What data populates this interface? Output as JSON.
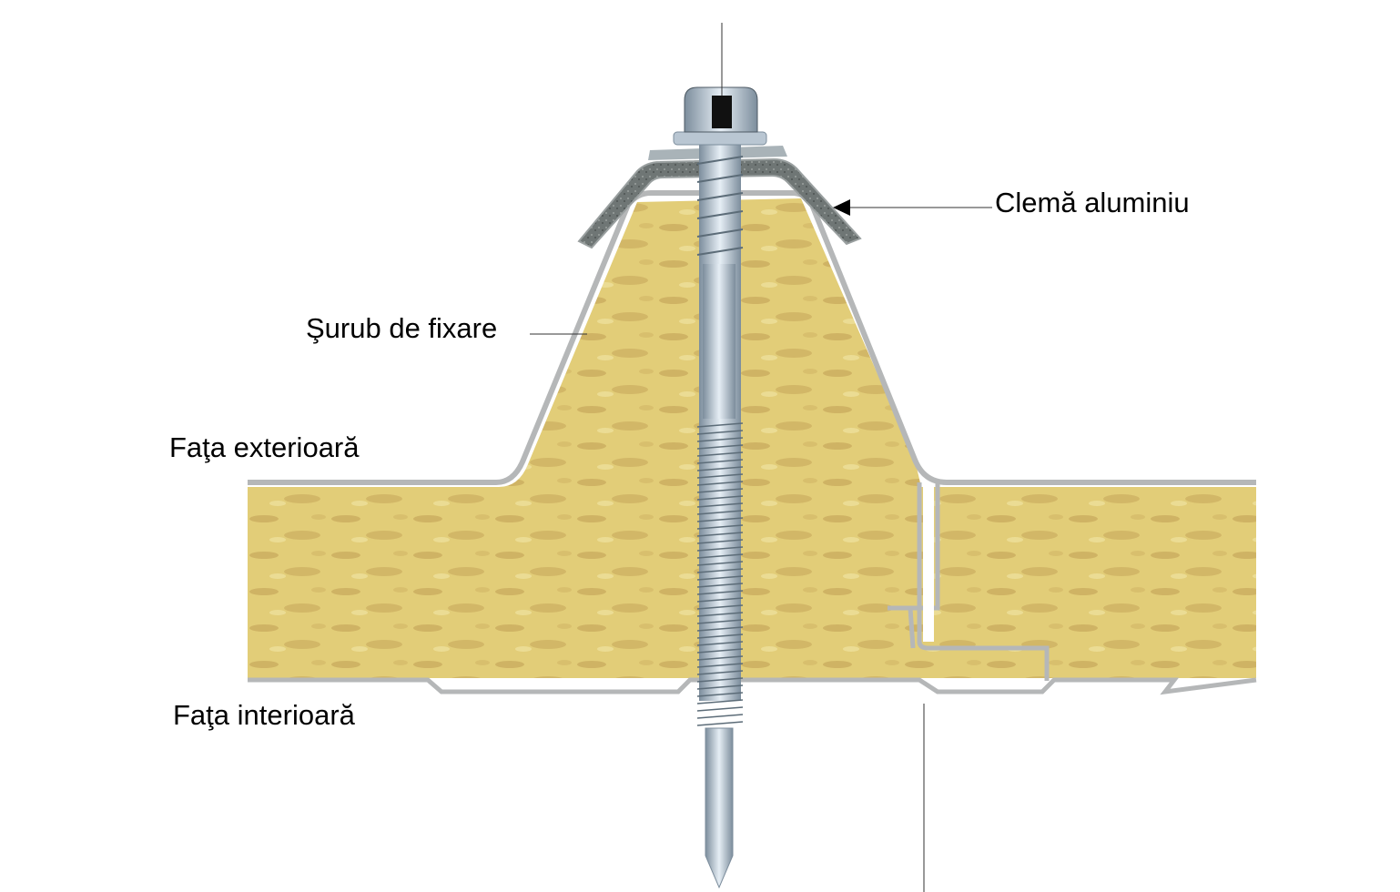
{
  "labels": {
    "clip": "Clemă aluminiu",
    "screw": "Şurub de fixare",
    "outer_face": "Faţa exterioară",
    "inner_face": "Faţa interioară"
  },
  "colors": {
    "foam": "#e2cd78",
    "foam_spots": "#c8a95b",
    "skin": "#b5b7b8",
    "clip": "#6f7675",
    "screw": "#b9c6d2"
  }
}
